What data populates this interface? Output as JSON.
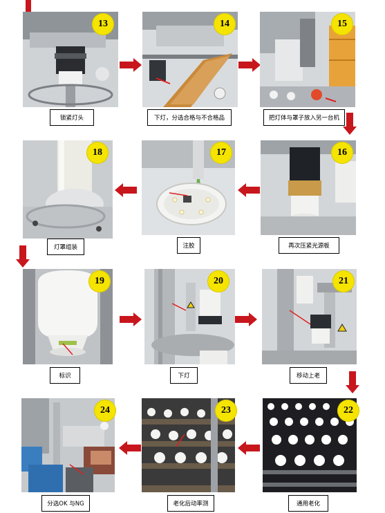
{
  "colors": {
    "badge": "#f5e400",
    "arrow": "#c8161d",
    "caption_border": "#000000"
  },
  "steps": [
    {
      "number": "13",
      "caption": "锁紧灯头"
    },
    {
      "number": "14",
      "caption": "下灯，分选合格与不合格品"
    },
    {
      "number": "15",
      "caption": "把灯体与罩子放入另一台机"
    },
    {
      "number": "16",
      "caption": "再次压紧光源板"
    },
    {
      "number": "17",
      "caption": "注胶"
    },
    {
      "number": "18",
      "caption": "灯罩组装"
    },
    {
      "number": "19",
      "caption": "标识"
    },
    {
      "number": "20",
      "caption": "下灯"
    },
    {
      "number": "21",
      "caption": "移动上老"
    },
    {
      "number": "22",
      "caption": "通用老化"
    },
    {
      "number": "23",
      "caption": "老化后动率测"
    },
    {
      "number": "24",
      "caption": "分选OK 与NG"
    }
  ],
  "arrow_icon": "red-arrow-icon"
}
